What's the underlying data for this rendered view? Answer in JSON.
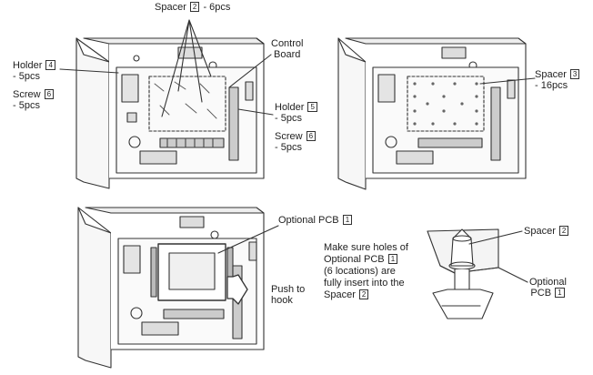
{
  "labels": {
    "spacer_top": {
      "text": "Spacer",
      "num": "2",
      "suffix": "- 6pcs"
    },
    "control_board": {
      "line1": "Control",
      "line2": "Board"
    },
    "holder4": {
      "text": "Holder",
      "num": "4",
      "qty": "- 5pcs"
    },
    "screw6_left": {
      "text": "Screw",
      "num": "6",
      "qty": "- 5pcs"
    },
    "holder5": {
      "text": "Holder",
      "num": "5",
      "qty": "- 5pcs"
    },
    "screw6_right": {
      "text": "Screw",
      "num": "6",
      "qty": "- 5pcs"
    },
    "spacer3": {
      "text": "Spacer",
      "num": "3",
      "qty": "- 16pcs"
    },
    "optional_pcb_top": {
      "text": "Optional PCB",
      "num": "1"
    },
    "push_to_hook": {
      "line1": "Push to",
      "line2": "hook"
    },
    "instruction": {
      "line1": "Make sure holes of",
      "line2": "Optional PCB",
      "line2_num": "1",
      "line3": "(6 locations) are",
      "line4": "fully insert into the",
      "line5": "Spacer",
      "line5_num": "2"
    },
    "spacer_detail": {
      "text": "Spacer",
      "num": "2"
    },
    "optional_pcb_detail": {
      "line1": "Optional",
      "line2": "PCB",
      "num": "1"
    }
  }
}
